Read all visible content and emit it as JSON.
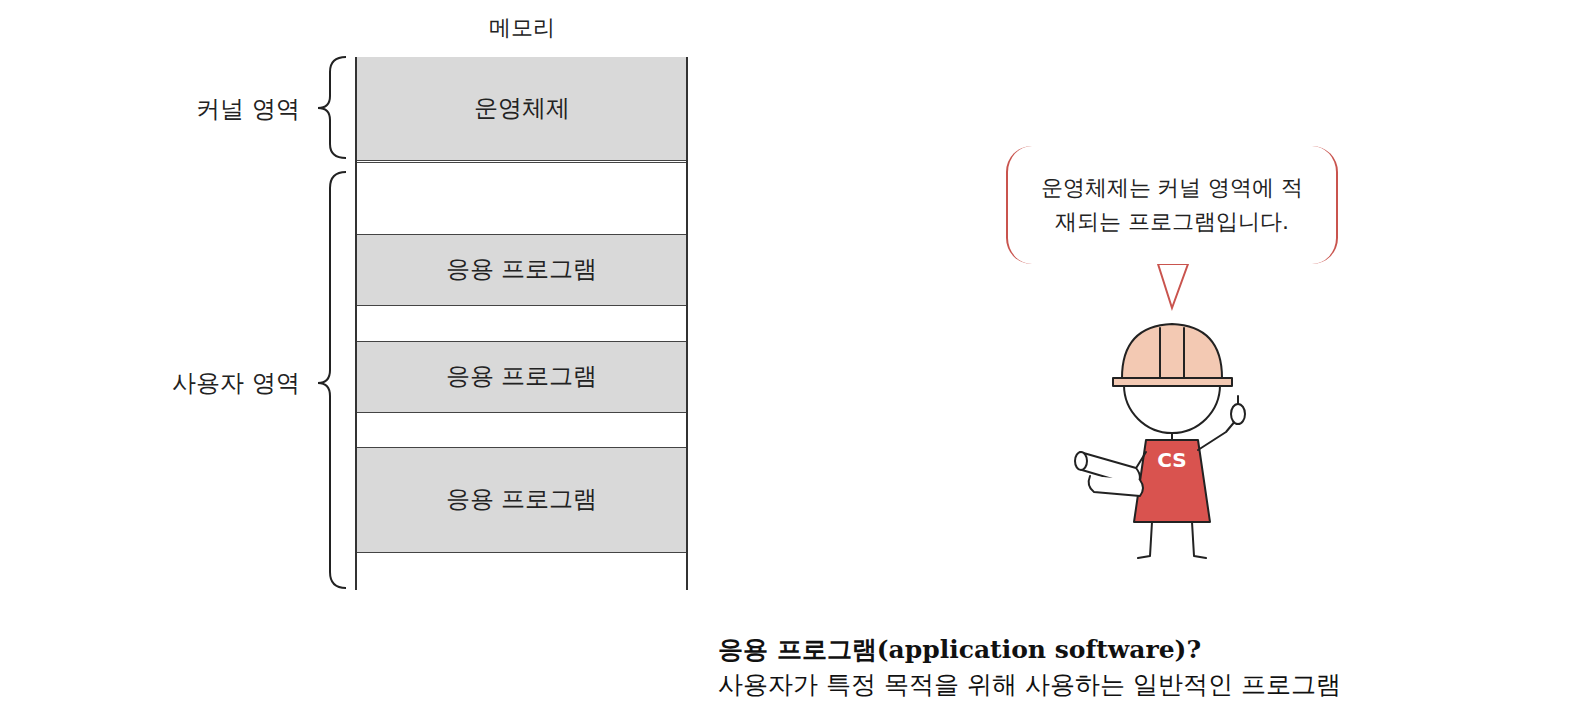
{
  "diagram": {
    "nodes": [
      {
        "text": [
          "메모리"
        ]
      },
      {
        "text": [
          "운영체제"
        ],
        "in": 0
      },
      {
        "text": [
          "응용 프로그램"
        ],
        "in": 0
      },
      {
        "text": [
          "응용 프로그램"
        ],
        "in": 0
      },
      {
        "text": [
          "응용 프로그램"
        ],
        "in": 0
      },
      {
        "text": [
          "운영체제는 커널 영역에 적재되는 프로그램입니다."
        ]
      }
    ],
    "labels": [
      "커널 영역",
      "사용자 영역",
      "CS",
      "응용 프로그램(application software)?",
      "사용자가 특정 목적을 위해 사용하는 일반적인 프로그램"
    ]
  }
}
